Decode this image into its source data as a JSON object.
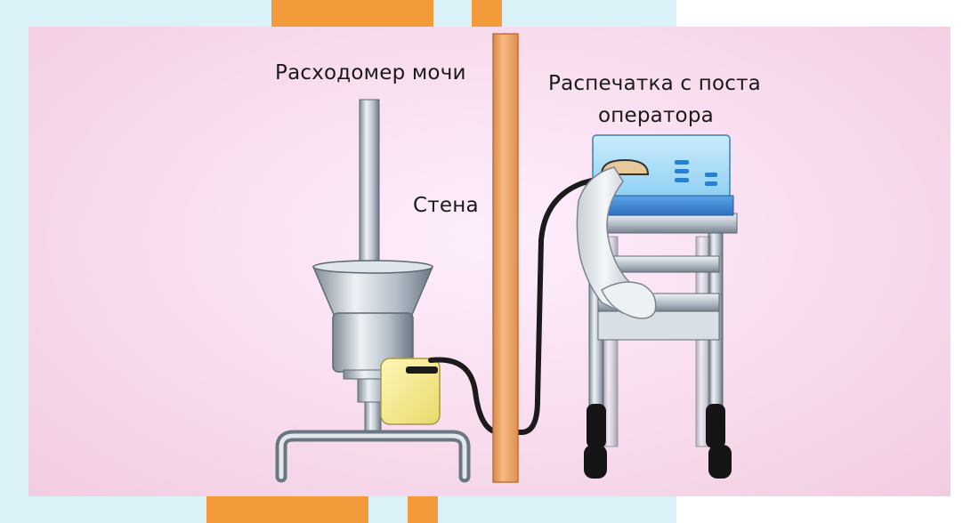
{
  "labels": {
    "flowmeter": "Расходомер мочи",
    "wall": "Стена",
    "printout_line1": "Распечатка с поста",
    "printout_line2": "оператора"
  },
  "colors": {
    "panel_pink": "#f8dcee",
    "background_blue": "#d9f1f7",
    "accent_orange": "#f39a3a",
    "wall": "#f0a868",
    "console_blue": "#6fb3e8",
    "sensor_yellow": "#f7ef9a",
    "metal": "#b9c4cf",
    "cable": "#1b1b1b"
  }
}
